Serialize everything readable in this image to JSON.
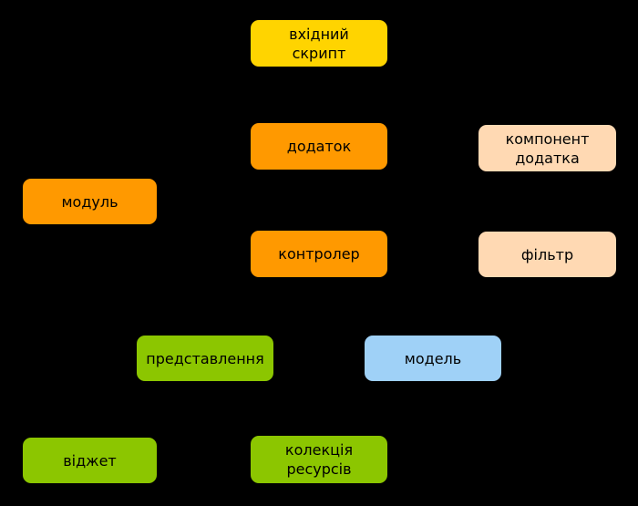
{
  "diagram": {
    "background_color": "#000000",
    "text_color": "#000000",
    "nodes": {
      "entry_script": {
        "label": "вхідний\nскрипт",
        "color": "#ffd400"
      },
      "application": {
        "label": "додаток",
        "color": "#ff9900"
      },
      "app_component": {
        "label": "компонент\nдодатка",
        "color": "#ffd9b3"
      },
      "module": {
        "label": "модуль",
        "color": "#ff9900"
      },
      "controller": {
        "label": "контролер",
        "color": "#ff9900"
      },
      "filter": {
        "label": "фільтр",
        "color": "#ffd9b3"
      },
      "view": {
        "label": "представлення",
        "color": "#8cc600"
      },
      "model": {
        "label": "модель",
        "color": "#9fd1f7"
      },
      "widget": {
        "label": "віджет",
        "color": "#8cc600"
      },
      "asset_bundle": {
        "label": "колекція\nресурсів",
        "color": "#8cc600"
      }
    }
  }
}
